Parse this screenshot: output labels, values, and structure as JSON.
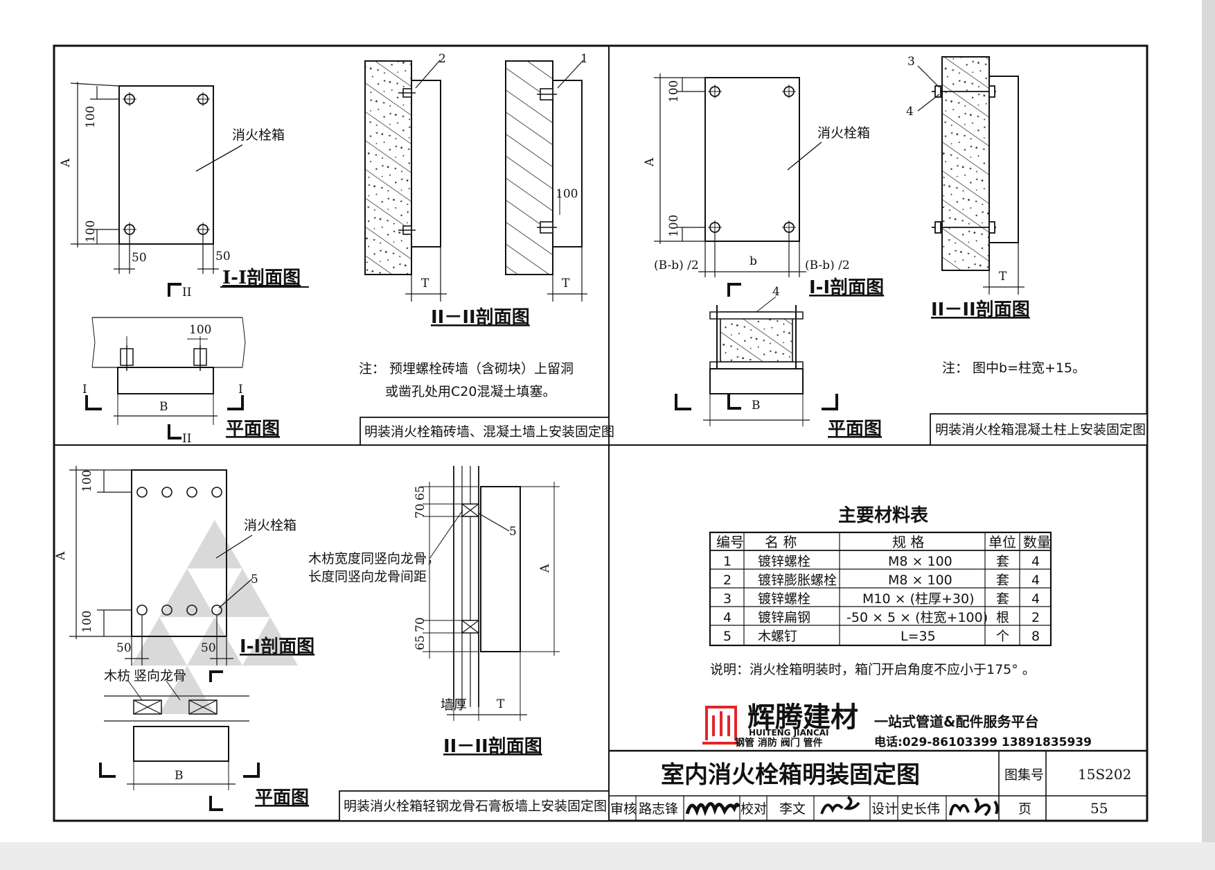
{
  "sheet": {
    "main_title": "室内消火栓箱明装固定图",
    "atlas_label": "图集号",
    "atlas_no": "15S202",
    "page_label": "页",
    "page_no": "55",
    "review_label": "审核",
    "review_name": "路志锋",
    "check_label": "校对",
    "check_name": "李文",
    "design_label": "设计",
    "design_name": "史长伟"
  },
  "p1": {
    "box_label": "消火栓箱",
    "sec11": "I-I剖面图",
    "sec22": "II－II剖面图",
    "plan": "平面图",
    "dim_100": "100",
    "dim_50": "50",
    "dim_A": "A",
    "dim_B": "B",
    "dim_T": "T",
    "callout_1": "1",
    "callout_2": "2",
    "mark_I": "I",
    "mark_II": "II",
    "note_line1": "注：  预埋螺栓砖墙（含砌块）上留洞",
    "note_line2": "或凿孔处用C20混凝土填塞。",
    "caption": "明装消火栓箱砖墙、混凝土墙上安装固定图"
  },
  "p2": {
    "box_label": "消火栓箱",
    "sec11": "I-I剖面图",
    "sec22": "II－II剖面图",
    "plan": "平面图",
    "dim_100": "100",
    "dim_A": "A",
    "dim_b": "b",
    "dim_B": "B",
    "dim_T": "T",
    "dim_half_left": "(B-b) /2",
    "dim_half_right": "(B-b) /2",
    "callout_3": "3",
    "callout_4": "4",
    "note": "注：  图中b=柱宽+15。",
    "caption": "明装消火栓箱混凝土柱上安装固定图"
  },
  "p3": {
    "box_label": "消火栓箱",
    "sec11": "I-I剖面图",
    "sec22": "II－II剖面图",
    "plan": "平面图",
    "dim_100": "100",
    "dim_50": "50",
    "dim_A": "A",
    "dim_B": "B",
    "dim_T": "T",
    "dim_70": "70",
    "dim_65": "65",
    "callout_5": "5",
    "wood_note_line1": "木枋宽度同竖向龙骨，",
    "wood_note_line2": "长度同竖向龙骨间距",
    "label_wood": "木枋",
    "label_keel": "竖向龙骨",
    "label_wall": "墙厚",
    "caption": "明装消火栓箱轻钢龙骨石膏板墙上安装固定图"
  },
  "materials": {
    "title": "主要材料表",
    "headers": [
      "编号",
      "名  称",
      "规  格",
      "单位",
      "数量"
    ],
    "rows": [
      [
        "1",
        "镀锌螺栓",
        "M8 × 100",
        "套",
        "4"
      ],
      [
        "2",
        "镀锌膨胀螺栓",
        "M8 × 100",
        "套",
        "4"
      ],
      [
        "3",
        "镀锌螺栓",
        "M10 × (柱厚+30)",
        "套",
        "4"
      ],
      [
        "4",
        "镀锌扁钢",
        "-50 × 5 × (柱宽+100)",
        "根",
        "2"
      ],
      [
        "5",
        "木螺钉",
        "L=35",
        "个",
        "8"
      ]
    ],
    "remark": "说明：消火栓箱明装时，箱门开启角度不应小于175° 。"
  },
  "watermark": {
    "brand": "辉腾建材",
    "pinyin": "HUITENG JIANCAI",
    "products": "钢管 消防 阀门 管件",
    "slogan": "一站式管道&配件服务平台",
    "phone": "电话:029-86103399 13891835939",
    "color": "#e0262b"
  }
}
